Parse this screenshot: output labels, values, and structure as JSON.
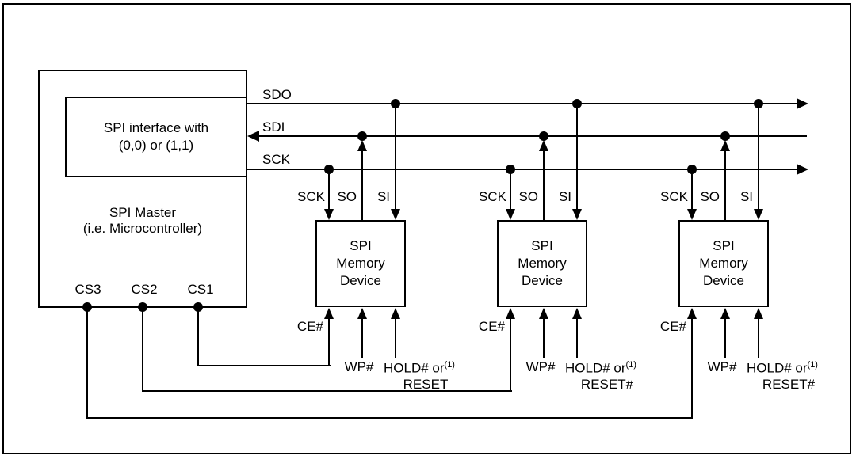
{
  "master": {
    "interface_box": {
      "line1": "SPI interface with",
      "line2": "(0,0) or (1,1)"
    },
    "name": {
      "line1": "SPI Master",
      "line2": "(i.e. Microcontroller)"
    },
    "cs_pins": [
      "CS3",
      "CS2",
      "CS1"
    ]
  },
  "bus": {
    "sdo": "SDO",
    "sdi": "SDI",
    "sck": "SCK"
  },
  "devices": [
    {
      "pins_top": [
        "SCK",
        "SO",
        "SI"
      ],
      "name": [
        "SPI",
        "Memory",
        "Device"
      ],
      "ce": "CE#",
      "wp": "WP#",
      "hold": "HOLD# or",
      "footnote": "(1)",
      "reset": "RESET"
    },
    {
      "pins_top": [
        "SCK",
        "SO",
        "SI"
      ],
      "name": [
        "SPI",
        "Memory",
        "Device"
      ],
      "ce": "CE#",
      "wp": "WP#",
      "hold": "HOLD# or",
      "footnote": "(1)",
      "reset": "RESET#"
    },
    {
      "pins_top": [
        "SCK",
        "SO",
        "SI"
      ],
      "name": [
        "SPI",
        "Memory",
        "Device"
      ],
      "ce": "CE#",
      "wp": "WP#",
      "hold": "HOLD# or",
      "footnote": "(1)",
      "reset": "RESET#"
    }
  ],
  "colors": {
    "line": "#000000",
    "background": "#ffffff"
  }
}
